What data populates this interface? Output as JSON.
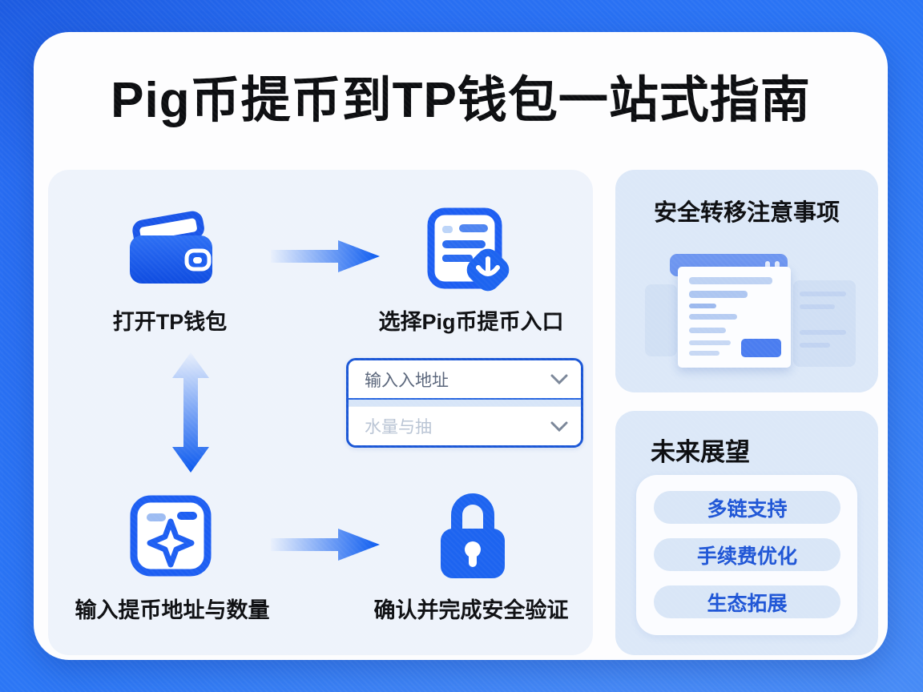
{
  "title": "Pig币提币到TP钱包一站式指南",
  "flow": {
    "steps": [
      {
        "icon": "wallet-icon",
        "label": "打开TP钱包"
      },
      {
        "icon": "document-download-icon",
        "label": "选择Pig币提币入口"
      },
      {
        "icon": "app-sparkle-icon",
        "label": "输入提币地址与数量"
      },
      {
        "icon": "lock-icon",
        "label": "确认并完成安全验证"
      }
    ],
    "form": {
      "fields": [
        {
          "placeholder": "输入入地址"
        },
        {
          "placeholder": "水量与抽"
        }
      ]
    }
  },
  "sidebar": {
    "safety": {
      "title": "安全转移注意事项",
      "illustration": "browser-document"
    },
    "future": {
      "title": "未来展望",
      "items": [
        {
          "label": "多链支持"
        },
        {
          "label": "手续费优化"
        },
        {
          "label": "生态拓展"
        }
      ]
    }
  },
  "colors": {
    "background": "#2b76f5",
    "accent": "#1d5ff0",
    "panel_light": "#eef3fb",
    "panel_blue": "#dce8f8",
    "pill_text": "#1e55d6"
  }
}
